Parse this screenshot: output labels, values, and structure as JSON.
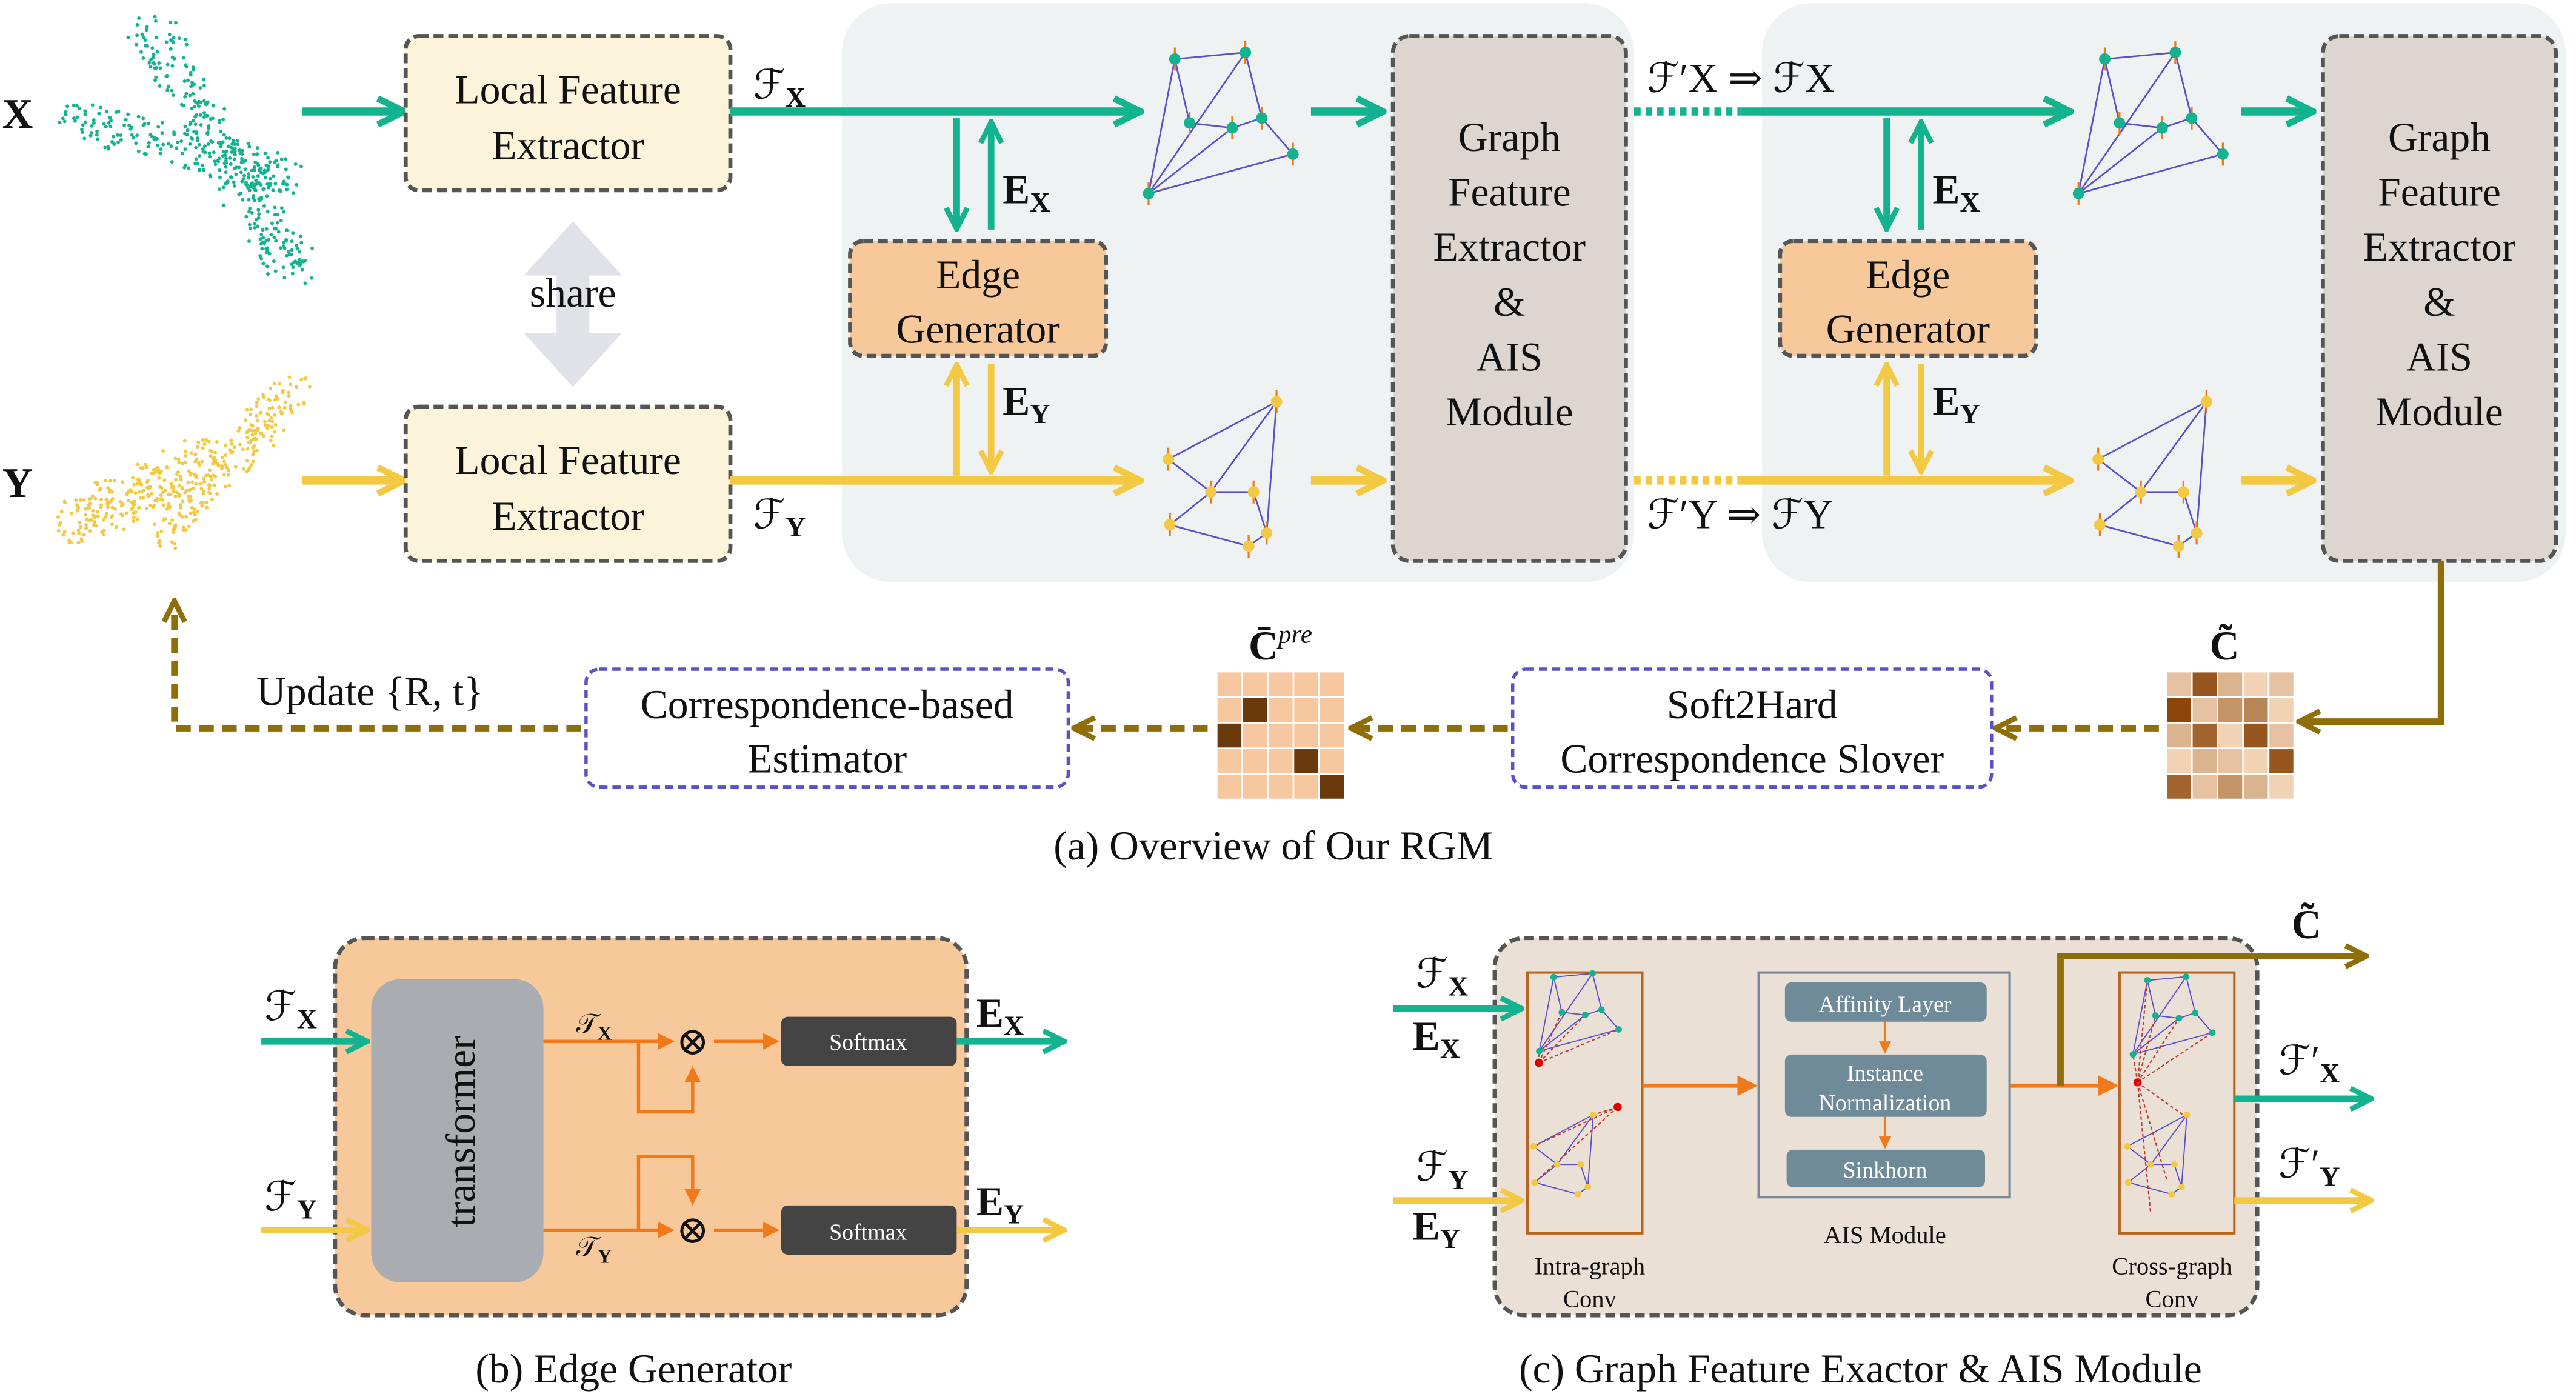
{
  "inputs": {
    "x": "X",
    "y": "Y"
  },
  "overview": {
    "lfe_line1": "Local Feature",
    "lfe_line2": "Extractor",
    "share": "share",
    "fx": {
      "main": "ℱ",
      "sub": "X"
    },
    "fy": {
      "main": "ℱ",
      "sub": "Y"
    },
    "ex": {
      "main": "E",
      "sub": "X"
    },
    "ey": {
      "main": "E",
      "sub": "Y"
    },
    "edge_gen_line1": "Edge",
    "edge_gen_line2": "Generator",
    "gfe_lines": [
      "Graph",
      "Feature",
      "Extractor",
      "&",
      "AIS",
      "Module"
    ],
    "fx_update": "ℱ′X ⇒ ℱX",
    "fy_update": "ℱ′Y ⇒ ℱY",
    "c_tilde": "C̃",
    "c_pre": "C̄",
    "c_pre_sup": "pre",
    "soft2hard_line1": "Soft2Hard",
    "soft2hard_line2": "Correspondence Slover",
    "estimator_line1": "Correspondence-based",
    "estimator_line2": "Estimator",
    "update": "Update {R, t}",
    "caption": "(a) Overview of Our RGM",
    "c_tilde_matrix": [
      [
        0.2,
        0.9,
        0.3,
        0.1,
        0.2
      ],
      [
        1.0,
        0.2,
        0.5,
        0.6,
        0.1
      ],
      [
        0.3,
        0.8,
        0.1,
        0.9,
        0.2
      ],
      [
        0.1,
        0.3,
        0.2,
        0.1,
        0.9
      ],
      [
        0.8,
        0.2,
        0.5,
        0.3,
        0.1
      ]
    ],
    "c_pre_matrix": [
      [
        0,
        0,
        0,
        0,
        0
      ],
      [
        0,
        1,
        0,
        0,
        0
      ],
      [
        1,
        0,
        0,
        0,
        0
      ],
      [
        0,
        0,
        0,
        1,
        0
      ],
      [
        0,
        0,
        0,
        0,
        1
      ]
    ]
  },
  "edge_generator": {
    "fx": {
      "main": "ℱ",
      "sub": "X"
    },
    "fy": {
      "main": "ℱ",
      "sub": "Y"
    },
    "tx": {
      "main": "𝒯",
      "sub": "X"
    },
    "ty": {
      "main": "𝒯",
      "sub": "Y"
    },
    "transformer": "transformer",
    "softmax": "Softmax",
    "otimes": "⊗",
    "ex": {
      "main": "E",
      "sub": "X"
    },
    "ey": {
      "main": "E",
      "sub": "Y"
    },
    "caption": "(b) Edge Generator"
  },
  "gfe_module": {
    "fx": {
      "main": "ℱ",
      "sub": "X"
    },
    "ex": {
      "main": "E",
      "sub": "X"
    },
    "fy": {
      "main": "ℱ",
      "sub": "Y"
    },
    "ey": {
      "main": "E",
      "sub": "Y"
    },
    "affinity": "Affinity Layer",
    "instance_line1": "Instance",
    "instance_line2": "Normalization",
    "sinkhorn": "Sinkhorn",
    "ais_label": "AIS Module",
    "intra_line1": "Intra-graph",
    "intra_line2": "Conv",
    "cross_line1": "Cross-graph",
    "cross_line2": "Conv",
    "c_tilde": "C̃",
    "fx_out": {
      "main": "ℱ′",
      "sub": "X"
    },
    "fy_out": {
      "main": "ℱ′",
      "sub": "Y"
    },
    "caption": "(c) Graph Feature Exactor & AIS Module"
  },
  "colors": {
    "teal": "#13b38f",
    "yellow": "#f3c843",
    "brown": "#8f6d07",
    "orange": "#f07a1a",
    "purple": "#5b50c8",
    "edge_box": "#f6c89a",
    "lfe_box": "#fbf3da",
    "gfe_box": "#ddd5cf",
    "panel": "#eef2f2",
    "ais_inner": "#6f8a99"
  }
}
